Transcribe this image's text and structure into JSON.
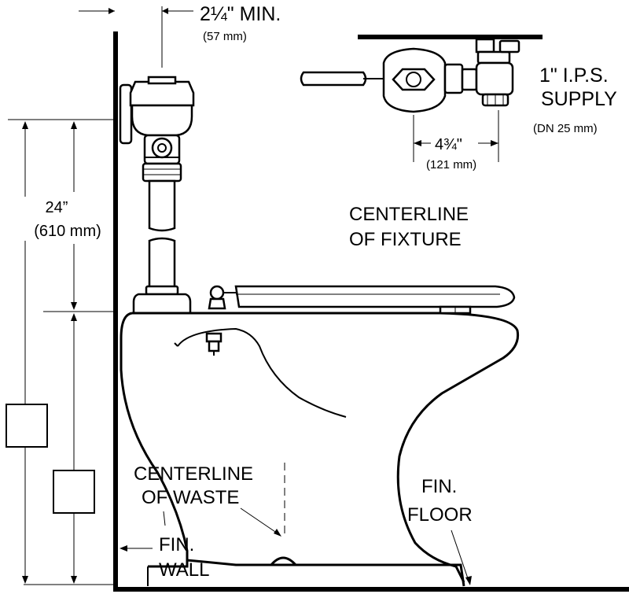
{
  "labels": {
    "min_clearance": "2¼\" MIN.",
    "min_clearance_metric": "(57 mm)",
    "height": "24”",
    "height_metric": "(610 mm)",
    "supply_size": "1\" I.P.S.",
    "supply_word": "SUPPLY",
    "supply_metric": "(DN  25 mm)",
    "offset": "4¾\"",
    "offset_metric": "(121 mm)",
    "centerline_fixture_1": "CENTERLINE",
    "centerline_fixture_2": "OF  FIXTURE",
    "centerline_waste_1": "CENTERLINE",
    "centerline_waste_2": "OF  WASTE",
    "fin_floor_1": "FIN.",
    "fin_floor_2": "FLOOR",
    "fin_wall_1": "FIN.",
    "fin_wall_2": "WALL"
  }
}
